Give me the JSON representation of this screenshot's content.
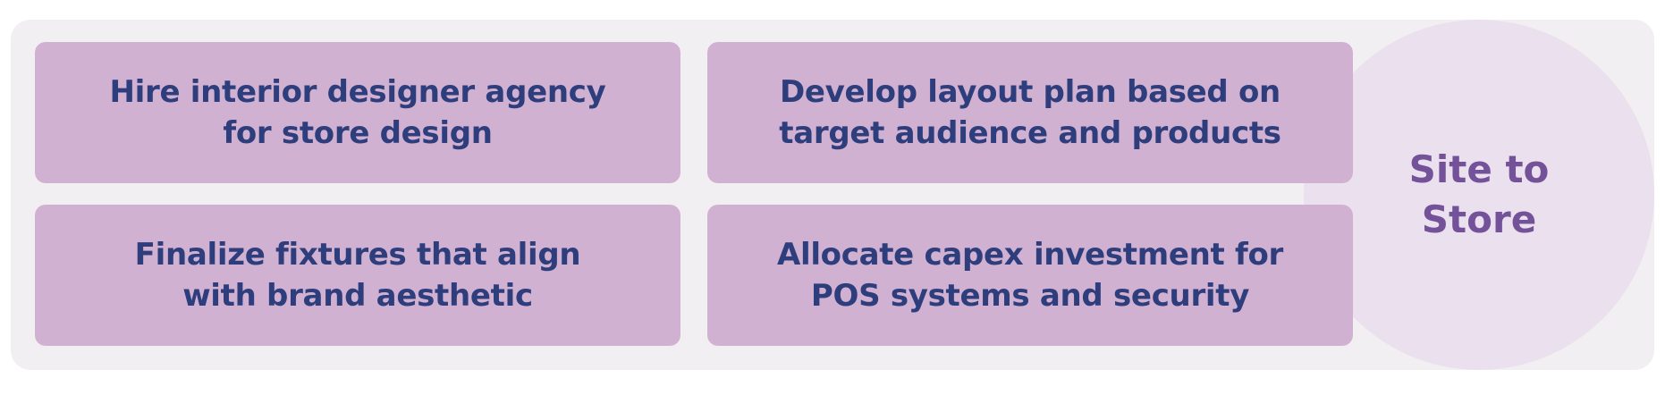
{
  "cards": [
    {
      "text": "Hire interior designer agency\nfor store design"
    },
    {
      "text": "Develop layout plan based on\ntarget audience and products"
    },
    {
      "text": "Finalize fixtures that align\nwith brand aesthetic"
    },
    {
      "text": "Allocate capex investment for\nPOS systems and security"
    }
  ],
  "hub": {
    "label": "Site to\nStore"
  },
  "colors": {
    "panel_bg": "#f1eff1",
    "card_bg": "#d1b1d1",
    "card_text": "#2e3d7c",
    "hub_bg": "#ebe0ee",
    "hub_text": "#74529a"
  }
}
